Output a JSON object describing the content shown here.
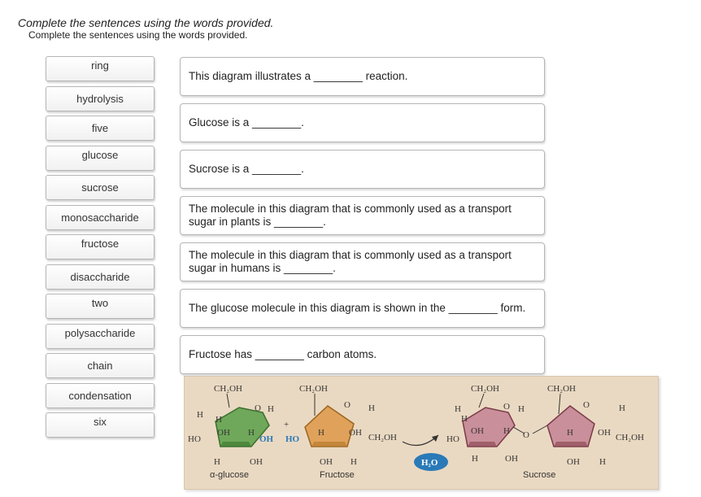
{
  "instructions": {
    "heading": "Complete the sentences using the words provided.",
    "subheading": "Complete the sentences using the words provided."
  },
  "word_bank": [
    "ring",
    "hydrolysis",
    "five",
    "glucose",
    "sucrose",
    "monosaccharide",
    "fructose",
    "disaccharide",
    "two",
    "polysaccharide",
    "chain",
    "condensation",
    "six"
  ],
  "sentences": [
    "This diagram illustrates a ________ reaction.",
    "Glucose is a ________.",
    "Sucrose is a ________.",
    "The molecule in this diagram that is commonly used as a transport sugar in plants is ________.",
    "The molecule in this diagram that is commonly used as a transport sugar in humans is ________.",
    "The glucose molecule in this diagram is shown in the ________ form.",
    "Fructose has ________ carbon atoms."
  ],
  "diagram": {
    "glucose_caption": "α-glucose",
    "fructose_caption": "Fructose",
    "sucrose_caption": "Sucrose",
    "water_label": "H₂O",
    "plus_sign": "+",
    "ch2oh": "CH₂OH",
    "oh": "OH",
    "ho": "HO",
    "h": "H",
    "o": "O",
    "ring_colors": {
      "glucose": "#6fa85a",
      "fructose": "#e0a25a",
      "sucrose_glucose": "#c98f9a",
      "sucrose_fructose": "#c98f9a"
    }
  }
}
